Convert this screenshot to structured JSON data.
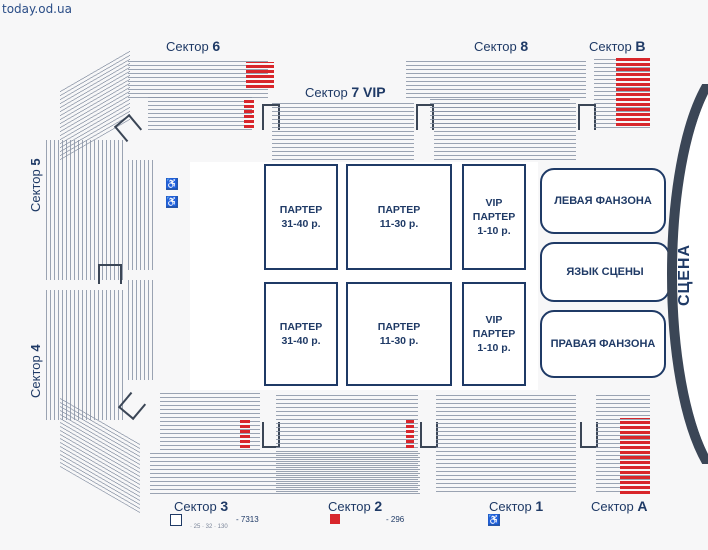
{
  "watermark": "today.od.ua",
  "sectors": {
    "s6": {
      "name": "Сектор",
      "num": "6"
    },
    "s8": {
      "name": "Сектор",
      "num": "8"
    },
    "sB": {
      "name": "Сектор",
      "num": "B"
    },
    "s7": {
      "name": "Сектор",
      "num": "7 VIP"
    },
    "s5": {
      "name": "Сектор",
      "num": "5"
    },
    "s4": {
      "name": "Сектор",
      "num": "4"
    },
    "s3": {
      "name": "Сектор",
      "num": "3"
    },
    "s2": {
      "name": "Сектор",
      "num": "2"
    },
    "s1": {
      "name": "Сектор",
      "num": "1"
    },
    "sA": {
      "name": "Сектор",
      "num": "A"
    }
  },
  "zones": {
    "parter_far_top": [
      "ПАРТЕР",
      "31-40 р."
    ],
    "parter_mid_top": [
      "ПАРТЕР",
      "11-30 р."
    ],
    "vip_top": [
      "VIP",
      "ПАРТЕР",
      "1-10 р."
    ],
    "parter_far_bottom": [
      "ПАРТЕР",
      "31-40 р."
    ],
    "parter_mid_bottom": [
      "ПАРТЕР",
      "11-30 р."
    ],
    "vip_bottom": [
      "VIP",
      "ПАРТЕР",
      "1-10 р."
    ],
    "fan_left": "ЛЕВАЯ ФАНЗОНА",
    "stage_tongue": "ЯЗЫК СЦЕНЫ",
    "fan_right": "ПРАВАЯ ФАНЗОНА",
    "stage": "СЦЕНА"
  },
  "legend": {
    "white_count": "- 7313",
    "red_count": "- 296",
    "white_small": "· 25   · 32   · 130"
  },
  "colors": {
    "navy": "#1f3a66",
    "red_seat": "#d8262b",
    "accessible": "#2a57a8"
  },
  "icons": [
    "wheelchair-icon"
  ]
}
